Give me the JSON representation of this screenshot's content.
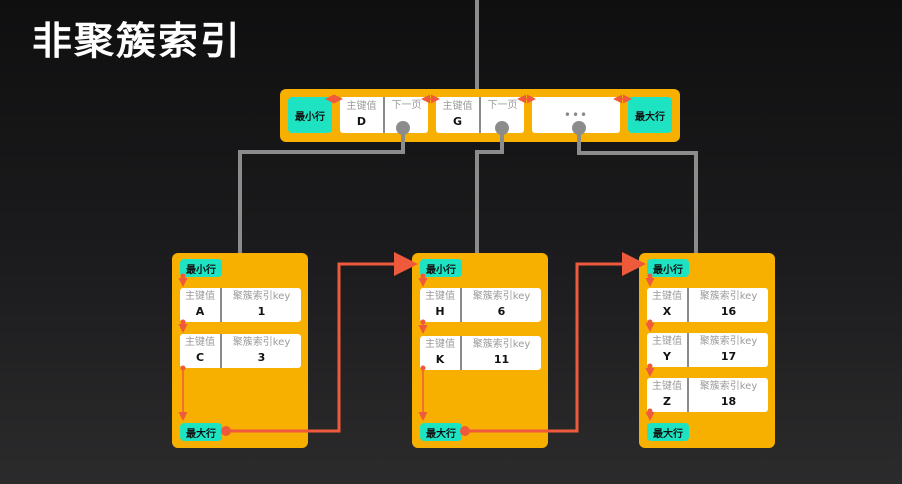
{
  "title": "非聚簇索引",
  "colors": {
    "node_bg": "#f7b000",
    "marker_bg": "#1de3c3",
    "link": "#f05a3c",
    "wire": "#8c8c8c"
  },
  "root": {
    "min_label": "最小行",
    "max_label": "最大行",
    "entries": [
      {
        "key_label": "主键值",
        "key": "D",
        "ptr_label": "下一页"
      },
      {
        "key_label": "主键值",
        "key": "G",
        "ptr_label": "下一页"
      }
    ],
    "ellipsis": "•••"
  },
  "leaves": [
    {
      "min_label": "最小行",
      "max_label": "最大行",
      "rows": [
        {
          "pk_label": "主键值",
          "pk": "A",
          "key_label": "聚簇索引key",
          "key": "1"
        },
        {
          "pk_label": "主键值",
          "pk": "C",
          "key_label": "聚簇索引key",
          "key": "3"
        }
      ]
    },
    {
      "min_label": "最小行",
      "max_label": "最大行",
      "rows": [
        {
          "pk_label": "主键值",
          "pk": "H",
          "key_label": "聚簇索引key",
          "key": "6"
        },
        {
          "pk_label": "主键值",
          "pk": "K",
          "key_label": "聚簇索引key",
          "key": "11"
        }
      ]
    },
    {
      "min_label": "最小行",
      "max_label": "最大行",
      "rows": [
        {
          "pk_label": "主键值",
          "pk": "X",
          "key_label": "聚簇索引key",
          "key": "16"
        },
        {
          "pk_label": "主键值",
          "pk": "Y",
          "key_label": "聚簇索引key",
          "key": "17"
        },
        {
          "pk_label": "主键值",
          "pk": "Z",
          "key_label": "聚簇索引key",
          "key": "18"
        }
      ]
    }
  ]
}
